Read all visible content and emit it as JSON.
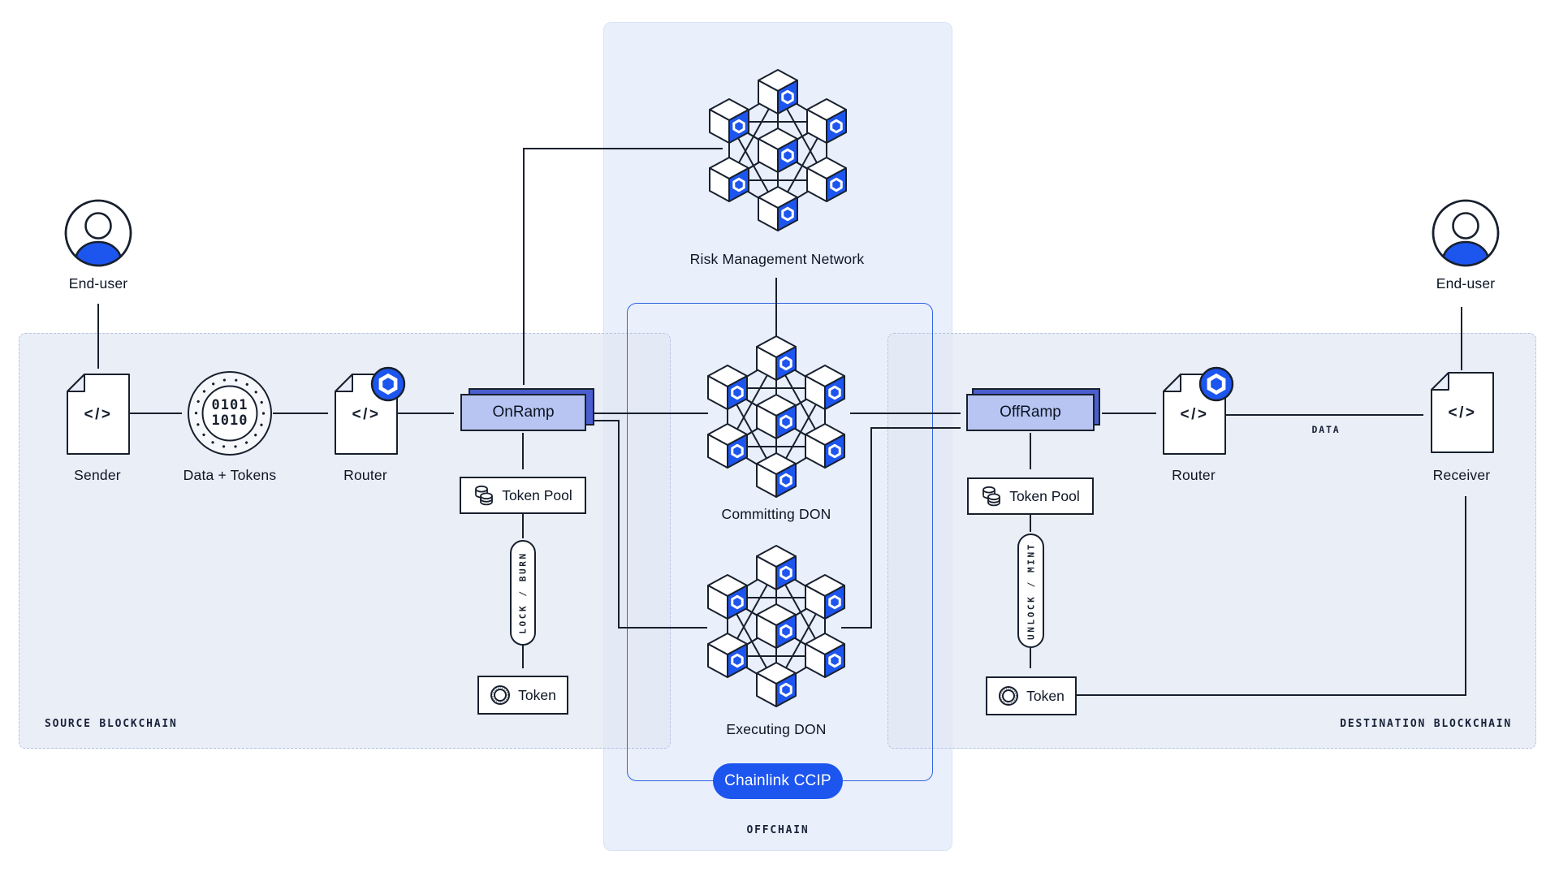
{
  "colors": {
    "accent": "#1d55ef",
    "line": "#18202e",
    "ramp_front": "#b8c5f2",
    "ramp_back": "#4a5ed0",
    "panel_dashed_border": "#b7c4e2",
    "ccip_border": "#3064e3",
    "offchain_fill": "#e9effb"
  },
  "glyphs": {
    "code": "</>"
  },
  "actors": {
    "left_end_user": "End-user",
    "right_end_user": "End-user"
  },
  "source": {
    "region_label": "SOURCE BLOCKCHAIN",
    "sender_label": "Sender",
    "data_tokens_label": "Data + Tokens",
    "binary_line1": "0101",
    "binary_line2": "1010",
    "router_label": "Router",
    "onramp_label": "OnRamp",
    "token_pool_label": "Token Pool",
    "lock_burn_label": "LOCK / BURN",
    "token_label": "Token"
  },
  "offchain": {
    "region_label": "OFFCHAIN",
    "risk_network_label": "Risk Management Network",
    "committing_label": "Committing DON",
    "executing_label": "Executing DON",
    "ccip_label": "Chainlink CCIP"
  },
  "destination": {
    "region_label": "DESTINATION BLOCKCHAIN",
    "offramp_label": "OffRamp",
    "token_pool_label": "Token Pool",
    "unlock_mint_label": "UNLOCK / MINT",
    "token_label": "Token",
    "router_label": "Router",
    "receiver_label": "Receiver",
    "data_flow_label": "DATA"
  }
}
